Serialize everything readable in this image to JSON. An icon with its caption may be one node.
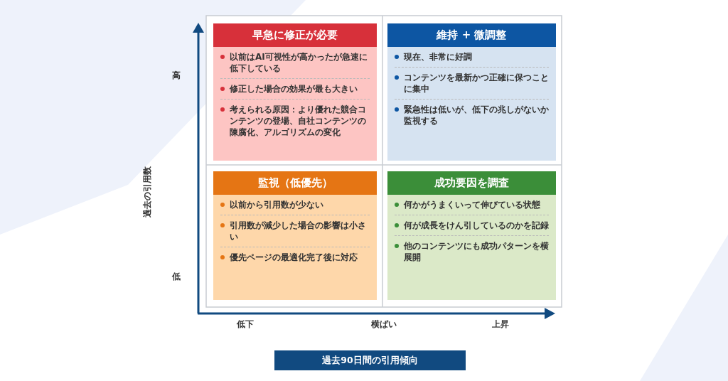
{
  "diagram": {
    "nodes": [
      {
        "text": [
          "早急に修正が必要",
          "以前はAI可視性が高かったが急速に低下している",
          "修正した場合の効果が最も大きい",
          "考えられる原因：より優れた競合コンテンツの登場、自社コンテンツの陳腐化、アルゴリズムの変化"
        ]
      },
      {
        "text": [
          "維持 + 微調整",
          "現在、非常に好調",
          "コンテンツを最新かつ正確に保つことに集中",
          "緊急性は低いが、低下の兆しがないか監視する"
        ]
      },
      {
        "text": [
          "監視（低優先）",
          "以前から引用数が少ない",
          "引用数が減少した場合の影響は小さい",
          "優先ページの最適化完了後に対応"
        ]
      },
      {
        "text": [
          "成功要因を調査",
          "何かがうまくいって伸びている状態",
          "何が成長をけん引しているのかを記録",
          "他のコンテンツにも成功パターンを横展開"
        ]
      },
      {
        "text": [
          "過去90日間の引用傾向"
        ]
      }
    ],
    "labels": [
      "高",
      "過去の引用数",
      "低",
      "低下",
      "横ばい",
      "上昇"
    ]
  }
}
